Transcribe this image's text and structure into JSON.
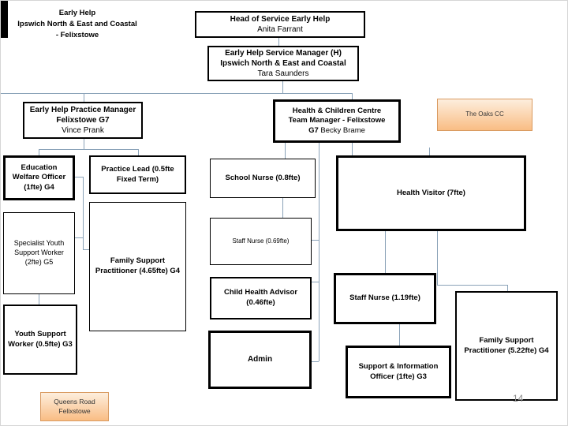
{
  "colors": {
    "connector_line": "#8aa2b8",
    "box_border": "#000000",
    "highlight_box_border": "#d99a60",
    "highlight_box_fill_top": "#fdeedd",
    "highlight_box_fill_bottom": "#f9bd84",
    "page_number_gray": "#8a8a8a"
  },
  "header": {
    "title_line1": "Early Help",
    "title_line2": "Ipswich North & East and Coastal",
    "title_line3": "- Felixstowe"
  },
  "footer": {
    "page_number": "14"
  },
  "boxes": {
    "head_of_service": {
      "title": "Head of Service Early Help",
      "name": "Anita Farrant"
    },
    "service_manager": {
      "title_line1": "Early Help Service Manager (H)",
      "title_line2": "Ipswich North & East and Coastal",
      "name": "Tara Saunders"
    },
    "practice_manager": {
      "title_line1": "Early Help Practice Manager",
      "title_line2": "Felixstowe G7",
      "name": "Vince Prank"
    },
    "health_cc_manager": {
      "title": "Health & Children Centre Team Manager - Felixstowe G7",
      "name": "Becky Brame"
    },
    "oaks_cc": {
      "label": "The Oaks CC"
    },
    "education_welfare_officer": {
      "label": "Education Welfare Officer (1fte) G4"
    },
    "practice_lead": {
      "label": "Practice Lead (0.5fte Fixed Term)"
    },
    "school_nurse": {
      "label": "School Nurse (0.8fte)"
    },
    "health_visitor": {
      "label": "Health Visitor (7fte)"
    },
    "specialist_youth_support_worker": {
      "label": "Specialist Youth Support Worker (2fte) G5"
    },
    "family_support_practitioner_465": {
      "label": "Family Support Practitioner (4.65fte) G4"
    },
    "staff_nurse_069": {
      "label": "Staff Nurse (0.69fte)"
    },
    "child_health_advisor": {
      "label": "Child Health Advisor (0.46fte)"
    },
    "staff_nurse_119": {
      "label": "Staff Nurse (1.19fte)"
    },
    "youth_support_worker": {
      "label": "Youth Support Worker (0.5fte) G3"
    },
    "admin": {
      "label": "Admin"
    },
    "support_information_officer": {
      "label": "Support & Information Officer (1fte) G3"
    },
    "family_support_practitioner_522": {
      "label": "Family Support Practitioner (5.22fte) G4"
    },
    "queens_road": {
      "label": "Queens Road Felixstowe"
    }
  }
}
